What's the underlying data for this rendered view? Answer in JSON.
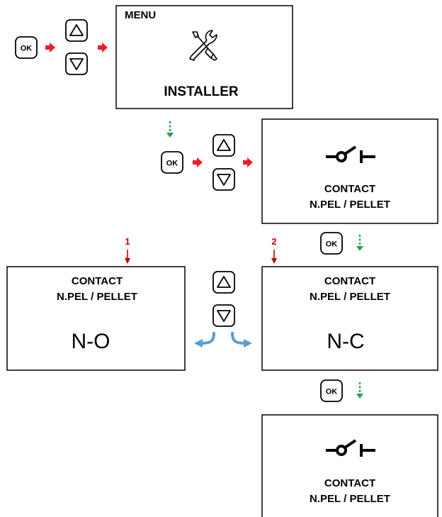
{
  "colors": {
    "nav_arrow": "#ee1c24",
    "step_arrow": "#21a34a",
    "step_number": "#c00000",
    "select_arrow": "#5b9bd5"
  },
  "icons": [
    "ok-key",
    "up-key",
    "down-key",
    "tools-icon",
    "switch-contact-icon"
  ],
  "screens": {
    "menu": {
      "header": "MENU",
      "label": "INSTALLER"
    },
    "contact_top": {
      "line1": "CONTACT",
      "line2": "N.PEL / PELLET"
    },
    "option_no": {
      "line1": "CONTACT",
      "line2": "N.PEL / PELLET",
      "value": "N-O"
    },
    "option_nc": {
      "line1": "CONTACT",
      "line2": "N.PEL / PELLET",
      "value": "N-C"
    },
    "contact_bottom": {
      "line1": "CONTACT",
      "line2": "N.PEL / PELLET"
    }
  },
  "keys": {
    "ok_label": "OK"
  },
  "step_labels": {
    "one": "1",
    "two": "2"
  }
}
